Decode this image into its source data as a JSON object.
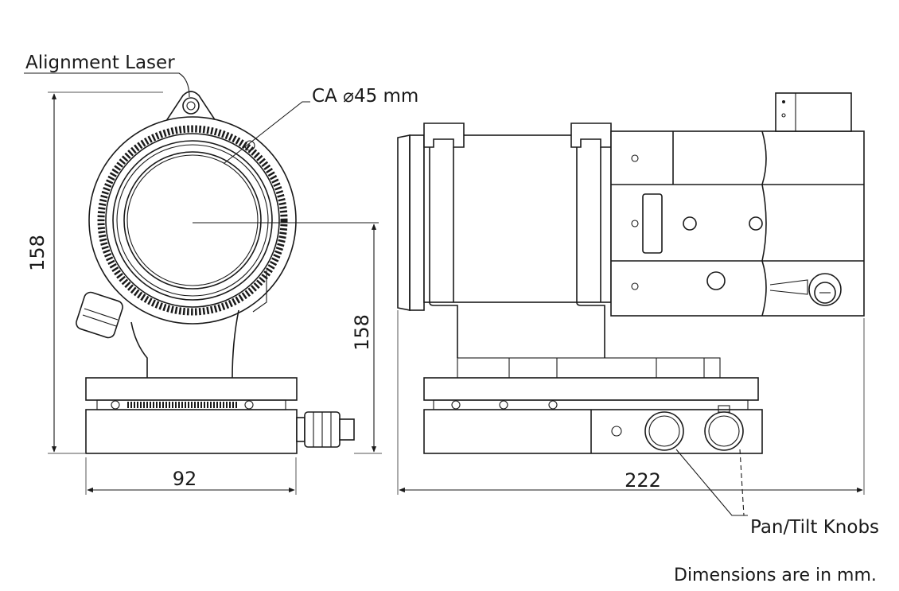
{
  "labels": {
    "alignment_laser": "Alignment Laser",
    "clear_aperture": "CA ⌀45 mm",
    "pan_tilt_knobs": "Pan/Tilt Knobs",
    "units_note": "Dimensions are in mm."
  },
  "dimensions": {
    "front_height": "158",
    "front_width": "92",
    "axis_height": "158",
    "side_length": "222"
  },
  "colors": {
    "line": "#1a1a1a",
    "background": "#ffffff"
  }
}
